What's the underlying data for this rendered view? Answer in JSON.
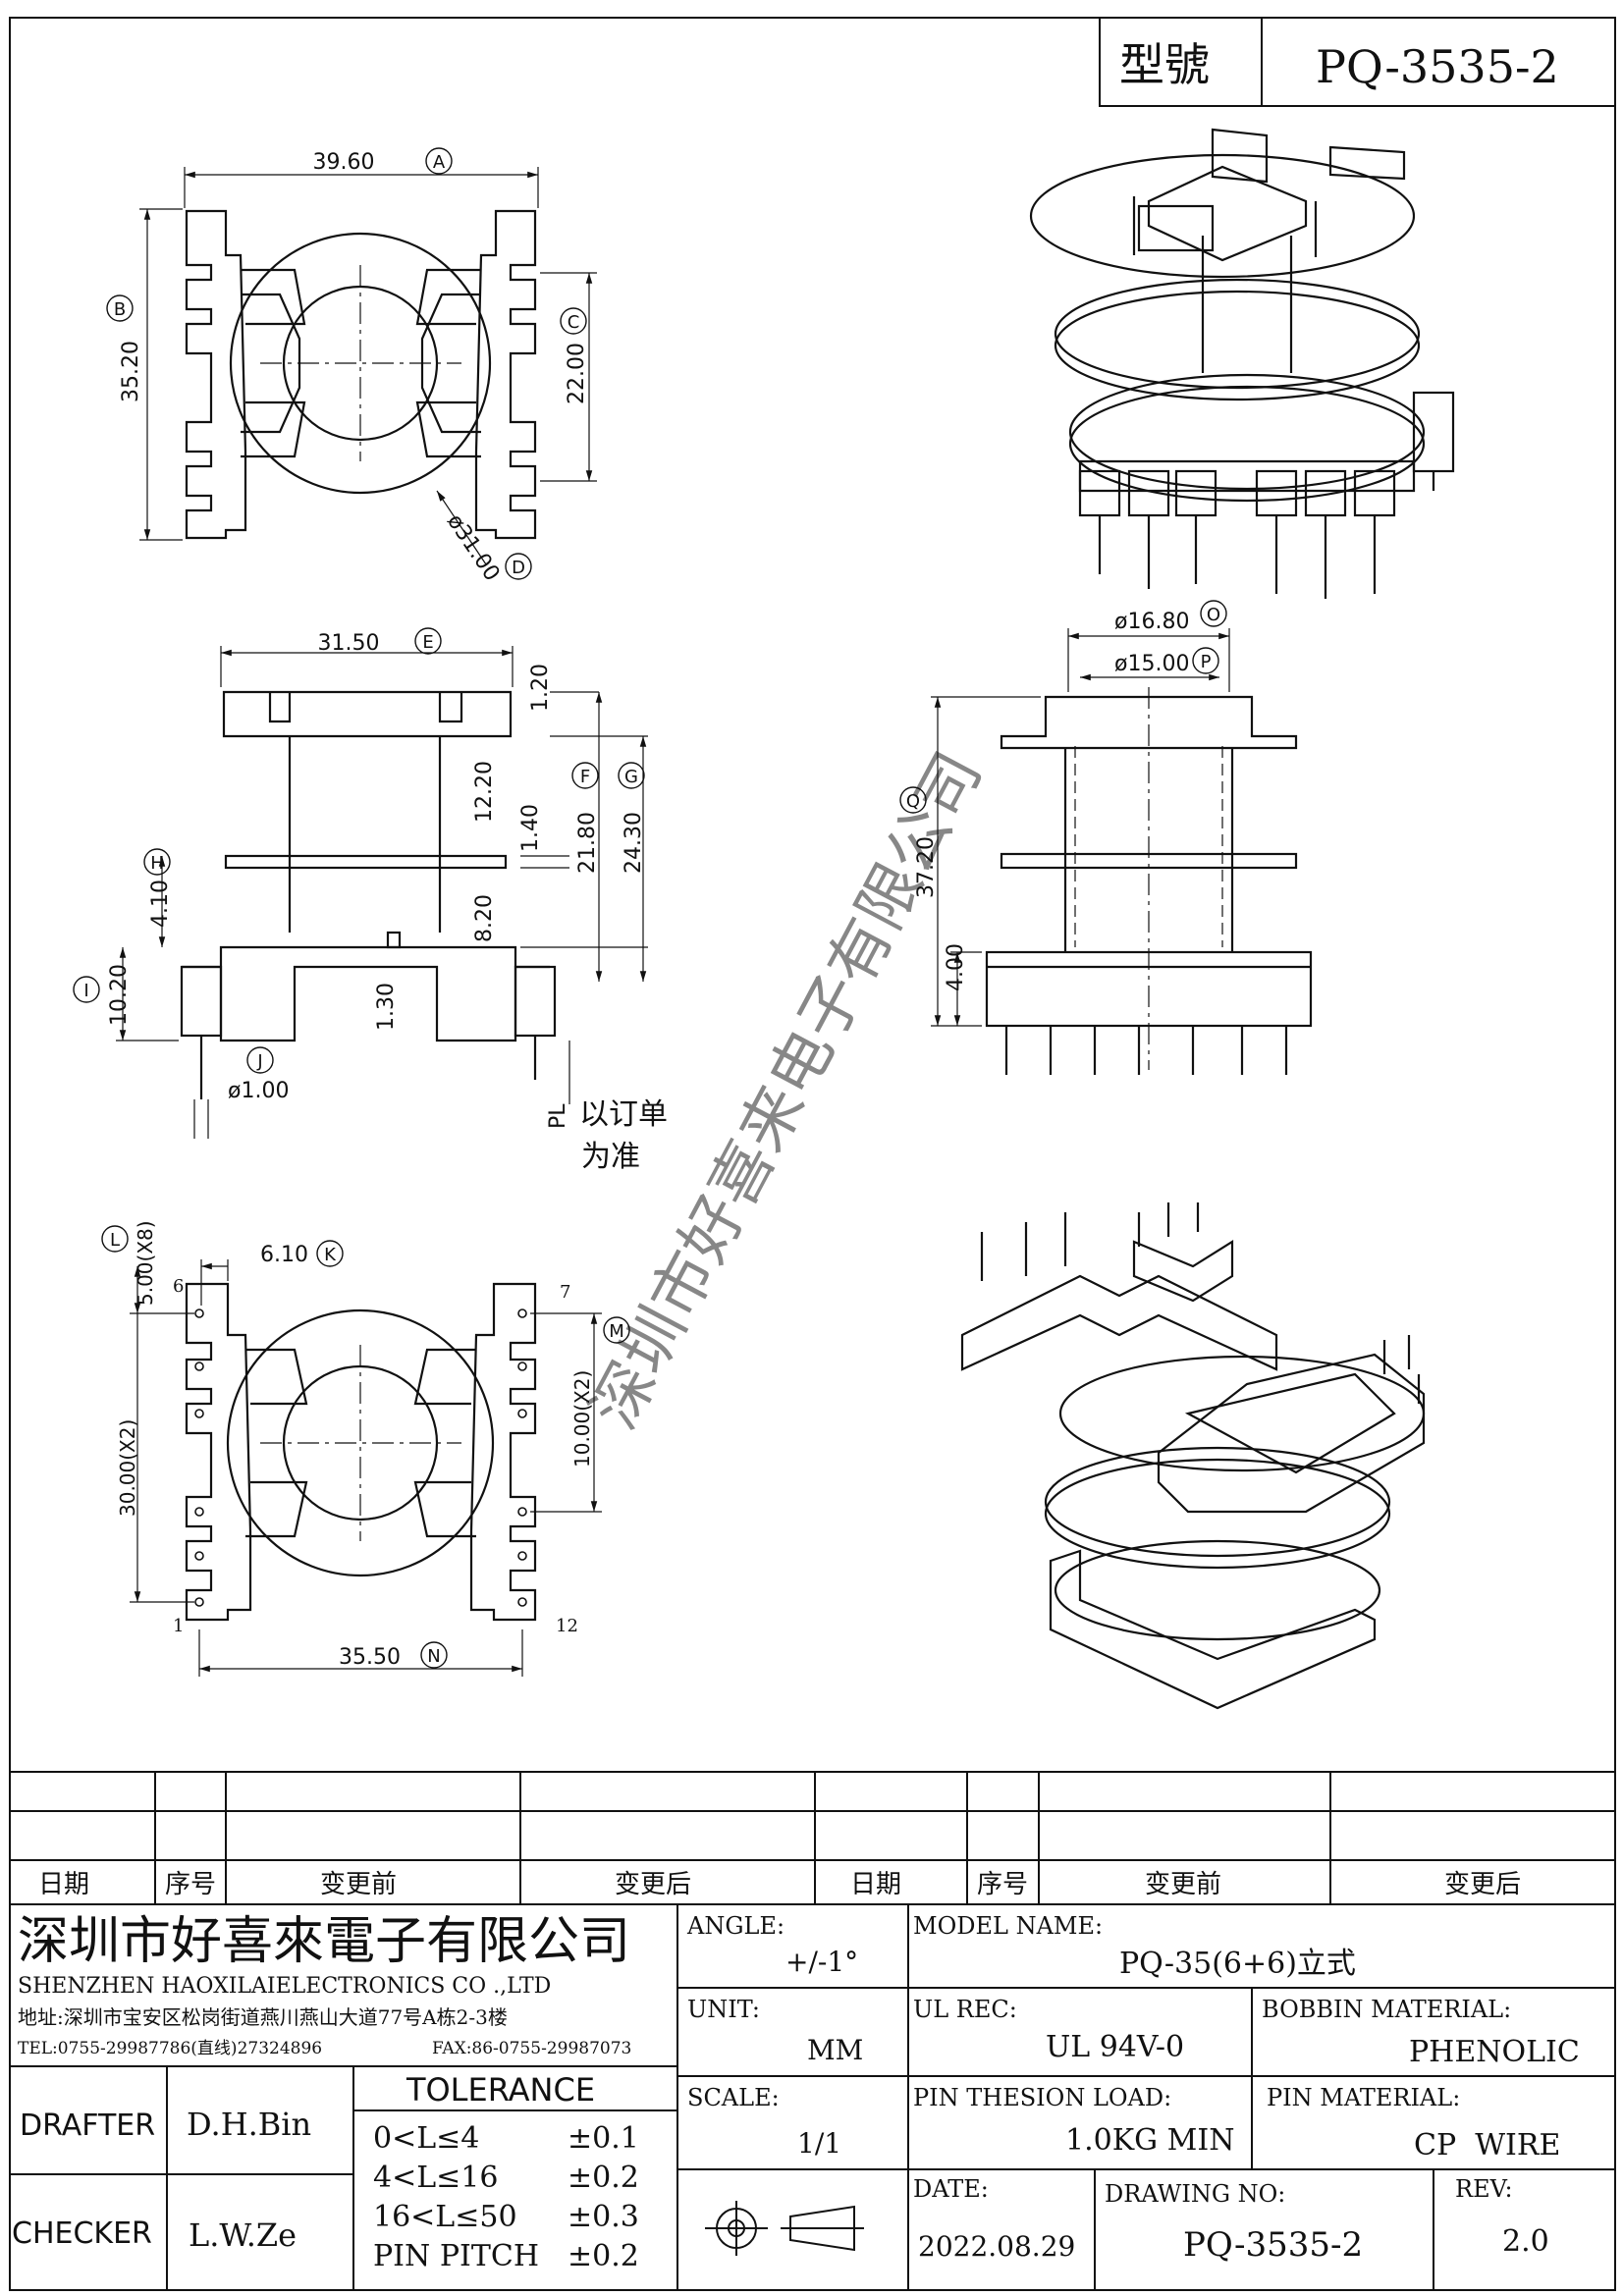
{
  "header": {
    "model_label": "型號",
    "model_value": "PQ-3535-2"
  },
  "top_view": {
    "dim_A": "39.60",
    "tag_A": "A",
    "dim_B": "35.20",
    "tag_B": "B",
    "dim_C": "22.00",
    "tag_C": "C",
    "dim_D": "ø31.00",
    "tag_D": "D"
  },
  "front_view": {
    "dim_E": "31.50",
    "tag_E": "E",
    "dim_top": "1.20",
    "dim_upper": "12.20",
    "dim_flange": "1.40",
    "dim_F": "21.80",
    "tag_F": "F",
    "dim_G": "24.30",
    "tag_G": "G",
    "dim_lower": "8.20",
    "dim_H": "4.10",
    "tag_H": "H",
    "dim_I": "10.20",
    "tag_I": "I",
    "dim_base": "1.30",
    "dim_J": "ø1.00",
    "tag_J": "J",
    "pl_label": "PL",
    "pl_note_1": "以订单",
    "pl_note_2": "为准"
  },
  "side_view": {
    "dim_O": "ø16.80",
    "tag_O": "O",
    "dim_P": "ø15.00",
    "tag_P": "P",
    "dim_Q": "37.20",
    "tag_Q": "Q",
    "dim_base": "4.00"
  },
  "bottom_view": {
    "dim_L": "5.00(X8)",
    "tag_L": "L",
    "dim_K": "6.10",
    "tag_K": "K",
    "dim_M": "10.00(X2)",
    "tag_M": "M",
    "dim_30": "30.00(X2)",
    "dim_N": "35.50",
    "tag_N": "N",
    "pin_6": "6",
    "pin_7": "7",
    "pin_1": "1",
    "pin_12": "12"
  },
  "watermark": "深圳市好喜来电子有限公司",
  "revision_table": {
    "headers": [
      "日期",
      "序号",
      "变更前",
      "变更后",
      "日期",
      "序号",
      "变更前",
      "变更后"
    ]
  },
  "company": {
    "name_cn": "深圳市好喜來電子有限公司",
    "name_en": "SHENZHEN HAOXILAIELECTRONICS CO .,LTD",
    "address": "地址:深圳市宝安区松岗街道燕川燕山大道77号A栋2-3楼",
    "tel": "TEL:0755-29987786(直线)27324896",
    "fax": "FAX:86-0755-29987073"
  },
  "title_block": {
    "angle_label": "ANGLE:",
    "angle_value": "+/-1°",
    "model_name_label": "MODEL NAME:",
    "model_name_value": "PQ-35(6+6)立式",
    "unit_label": "UNIT:",
    "unit_value": "MM",
    "ul_label": "UL REC:",
    "ul_value": "UL 94V-0",
    "bobbin_label": "BOBBIN MATERIAL:",
    "bobbin_value": "PHENOLIC",
    "scale_label": "SCALE:",
    "scale_value": "1/1",
    "pin_load_label": "PIN THESION LOAD:",
    "pin_load_value": "1.0KG MIN",
    "pin_mat_label": "PIN MATERIAL:",
    "pin_mat_value": "CP  WIRE",
    "date_label": "DATE:",
    "date_value": "2022.08.29",
    "drawing_label": "DRAWING NO:",
    "drawing_value": "PQ-3535-2",
    "rev_label": "REV:",
    "rev_value": "2.0",
    "drafter_label": "DRAFTER",
    "drafter_value": "D.H.Bin",
    "checker_label": "CHECKER",
    "checker_value": "L.W.Ze",
    "tolerance_title": "TOLERANCE",
    "tol_rows": [
      {
        "range": "0<L≤4",
        "value": "±0.1"
      },
      {
        "range": "4<L≤16",
        "value": "±0.2"
      },
      {
        "range": "16<L≤50",
        "value": "±0.3"
      },
      {
        "range": "PIN PITCH",
        "value": "±0.2"
      }
    ]
  }
}
